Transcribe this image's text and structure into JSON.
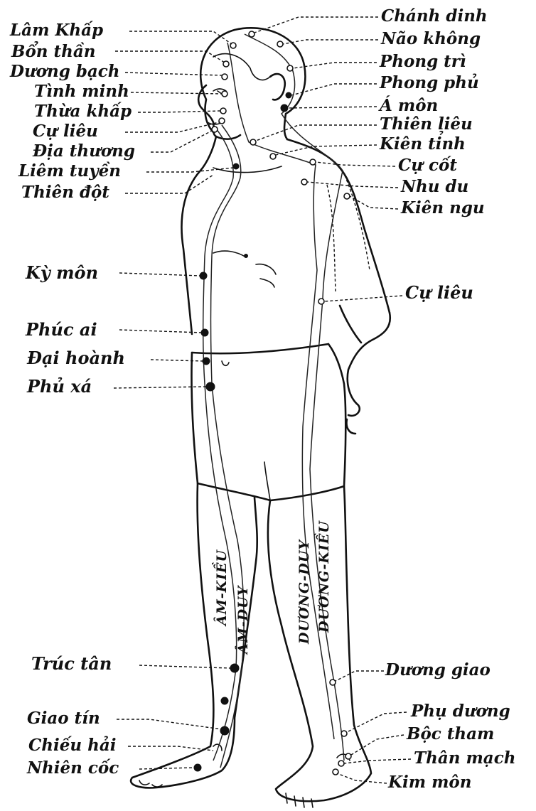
{
  "labels_left": [
    "Lâm Khấp",
    "Bổn thần",
    "Dương bạch",
    "Tình minh",
    "Thừa khấp",
    "Cự liêu",
    "Địa thương",
    "Liêm tuyền",
    "Thiên đột",
    "Kỳ môn",
    "Phúc ai",
    "Đại hoành",
    "Phủ xá",
    "Trúc tân",
    "Giao tín",
    "Chiếu hải",
    "Nhiên cốc"
  ],
  "labels_right": [
    "Chánh dinh",
    "Não không",
    "Phong trì",
    "Phong phủ",
    "Á môn",
    "Thiên liêu",
    "Kiên tỉnh",
    "Cự cốt",
    "Nhu du",
    "Kiên ngu",
    "Cự liêu",
    "Dương giao",
    "Phụ dương",
    "Bộc tham",
    "Thân mạch",
    "Kim môn"
  ],
  "channel_labels": [
    "ÂM-KIỀU",
    "ÂM-DUY",
    "DƯƠNG-DUY",
    "DƯƠNG-KIỀU"
  ]
}
